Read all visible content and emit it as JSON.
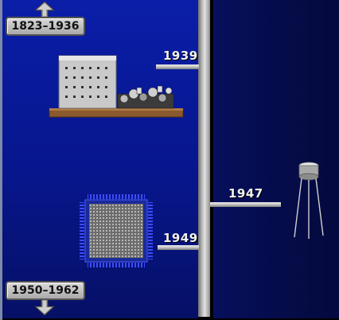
{
  "navigation": {
    "previous_range": "1823–1936",
    "next_range": "1950–1962"
  },
  "timeline": {
    "events": [
      {
        "year": "1939",
        "artifact": "relay-computer"
      },
      {
        "year": "1947",
        "artifact": "transistor"
      },
      {
        "year": "1949",
        "artifact": "microchip"
      }
    ]
  },
  "colors": {
    "left_panel": "#0a1ea8",
    "right_panel": "#050c4a",
    "spine": "#c7c7c7",
    "label_text": "#f2f2f2"
  },
  "icons": {
    "previous_arrow": "arrow-up-icon",
    "next_arrow": "arrow-down-icon"
  }
}
